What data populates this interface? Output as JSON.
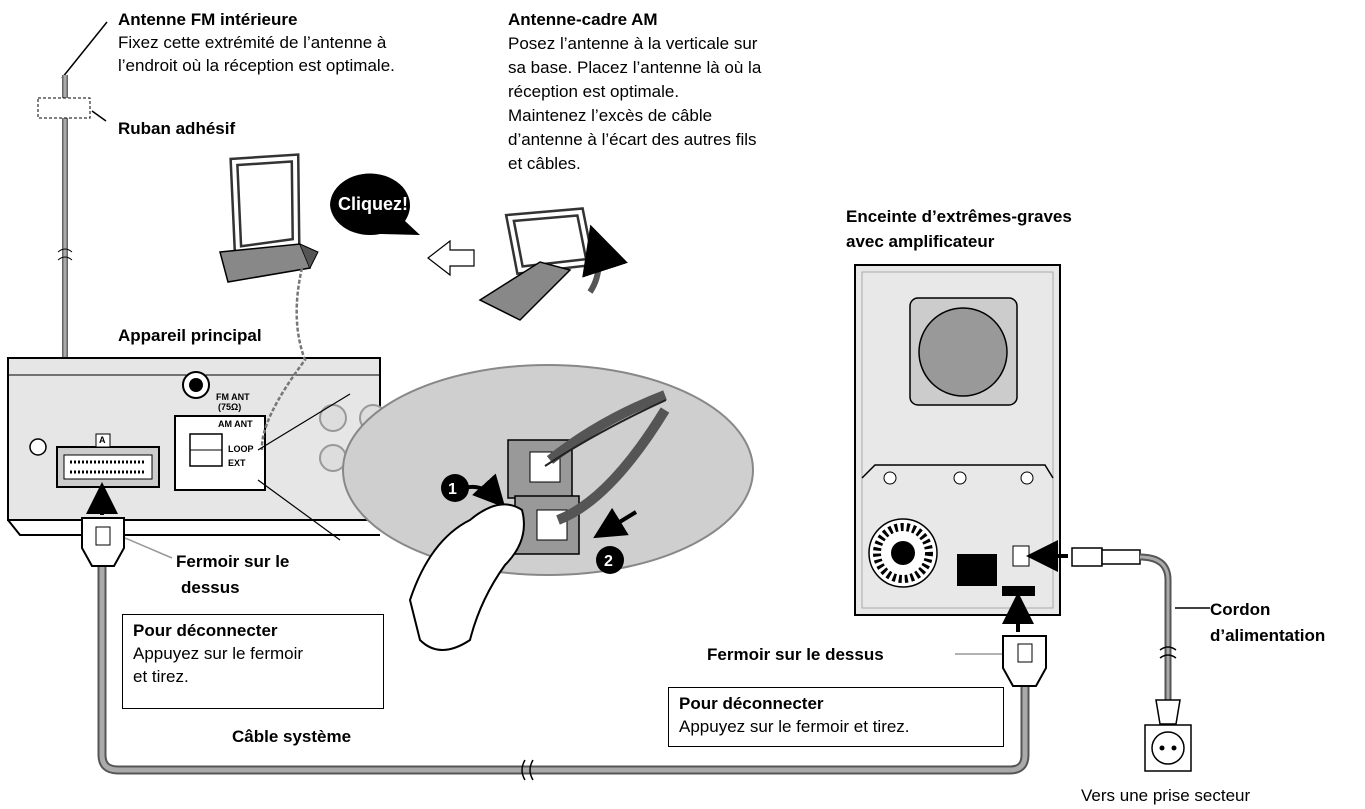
{
  "fm_antenna": {
    "title": "Antenne FM intérieure",
    "line1": "Fixez cette extrémité de l’antenne à",
    "line2": "l’endroit où la réception est optimale."
  },
  "tape_label": "Ruban adhésif",
  "am_antenna": {
    "title": "Antenne-cadre AM",
    "lines": [
      "Posez l’antenne à la verticale sur",
      "sa base. Placez l’antenne là où la",
      "réception est optimale.",
      "Maintenez l’excès de câble",
      "d’antenne à l’écart des autres fils",
      "et câbles."
    ]
  },
  "click_bubble": "Cliquez!",
  "subwoofer": {
    "line1": "Enceinte d’extrêmes-graves",
    "line2": "avec amplificateur"
  },
  "main_unit": "Appareil principal",
  "terminals": {
    "fm_ant": "FM ANT",
    "fm_ohm": "(75Ω)",
    "am_ant": "AM ANT",
    "loop": "LOOP",
    "ext": "EXT",
    "port_a": "A"
  },
  "clasp_left": {
    "line1": "Fermoir sur le",
    "line2": "dessus"
  },
  "disconnect_left": {
    "title": "Pour déconnecter",
    "line1": "Appuyez sur le fermoir",
    "line2": "et tirez."
  },
  "system_cable": "Câble système",
  "clasp_right": "Fermoir sur le dessus",
  "disconnect_right": {
    "title": "Pour déconnecter",
    "line1": "Appuyez sur le fermoir et tirez."
  },
  "power_cord": {
    "line1": "Cordon",
    "line2": "d’alimentation"
  },
  "outlet": "Vers une prise secteur",
  "steps": [
    "1",
    "2"
  ]
}
